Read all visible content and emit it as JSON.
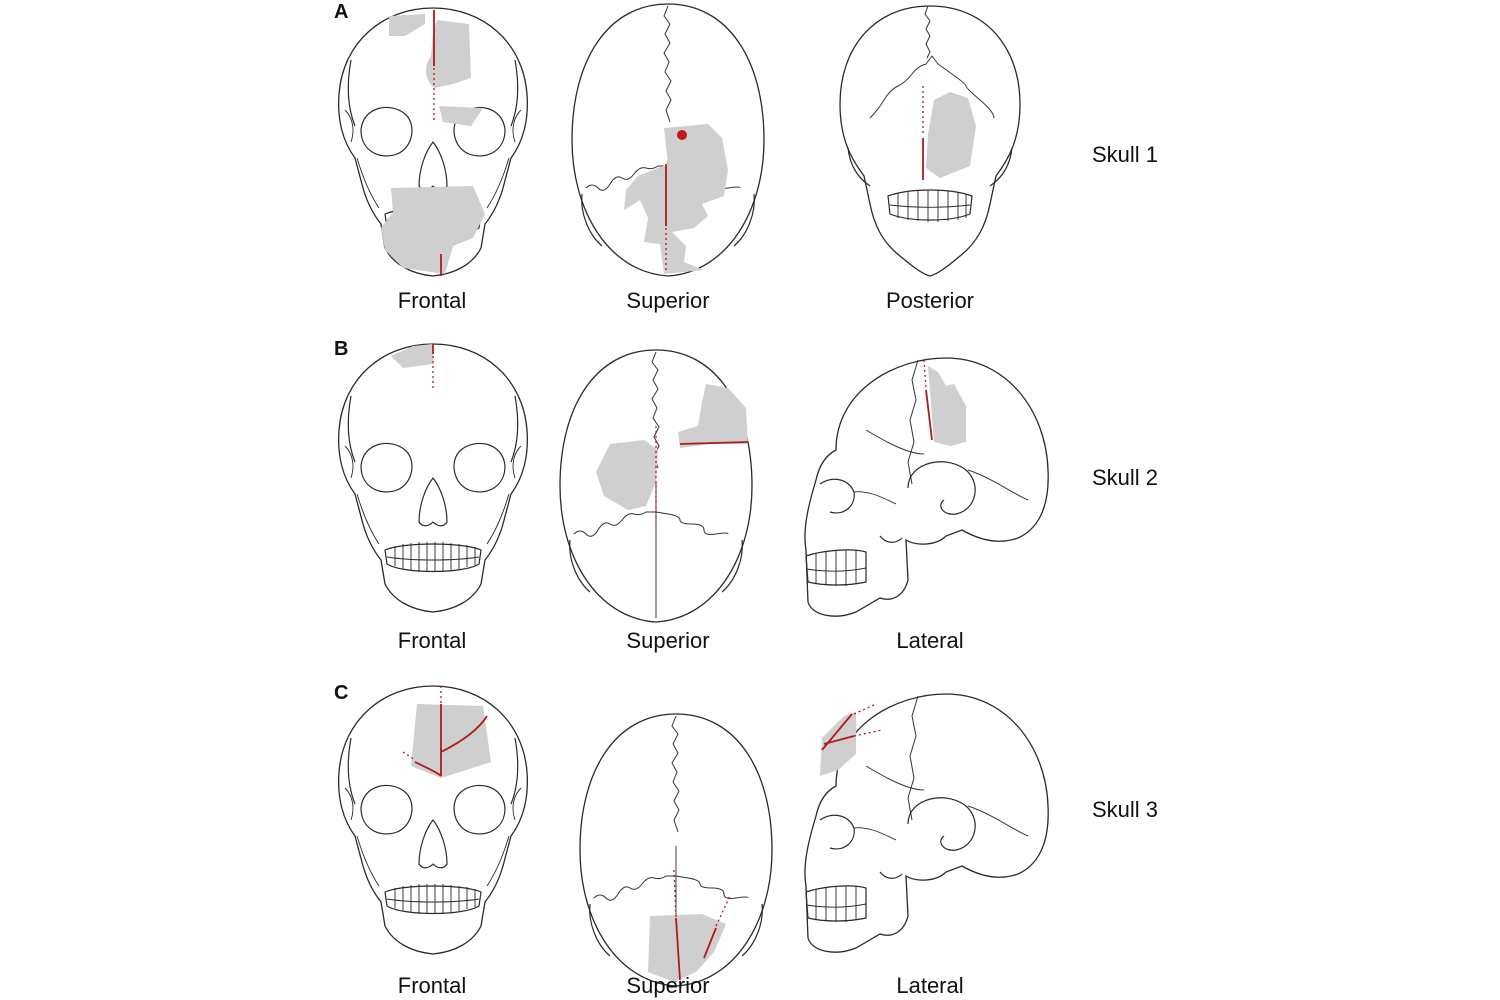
{
  "panels": [
    {
      "letter": "A",
      "skull_label": "Skull 1",
      "views": [
        "Frontal",
        "Superior",
        "Posterior"
      ]
    },
    {
      "letter": "B",
      "skull_label": "Skull 2",
      "views": [
        "Frontal",
        "Superior",
        "Lateral"
      ]
    },
    {
      "letter": "C",
      "skull_label": "Skull 3",
      "views": [
        "Frontal",
        "Superior",
        "Lateral"
      ]
    }
  ],
  "colors": {
    "outline": "#2a2a2a",
    "damage_area": "#cfcfcf",
    "fracture_line": "#b11a1a",
    "impact_point": "#c0171d"
  },
  "icons": [
    "skull-frontal-drawing",
    "skull-superior-drawing",
    "skull-posterior-drawing",
    "skull-lateral-drawing"
  ]
}
